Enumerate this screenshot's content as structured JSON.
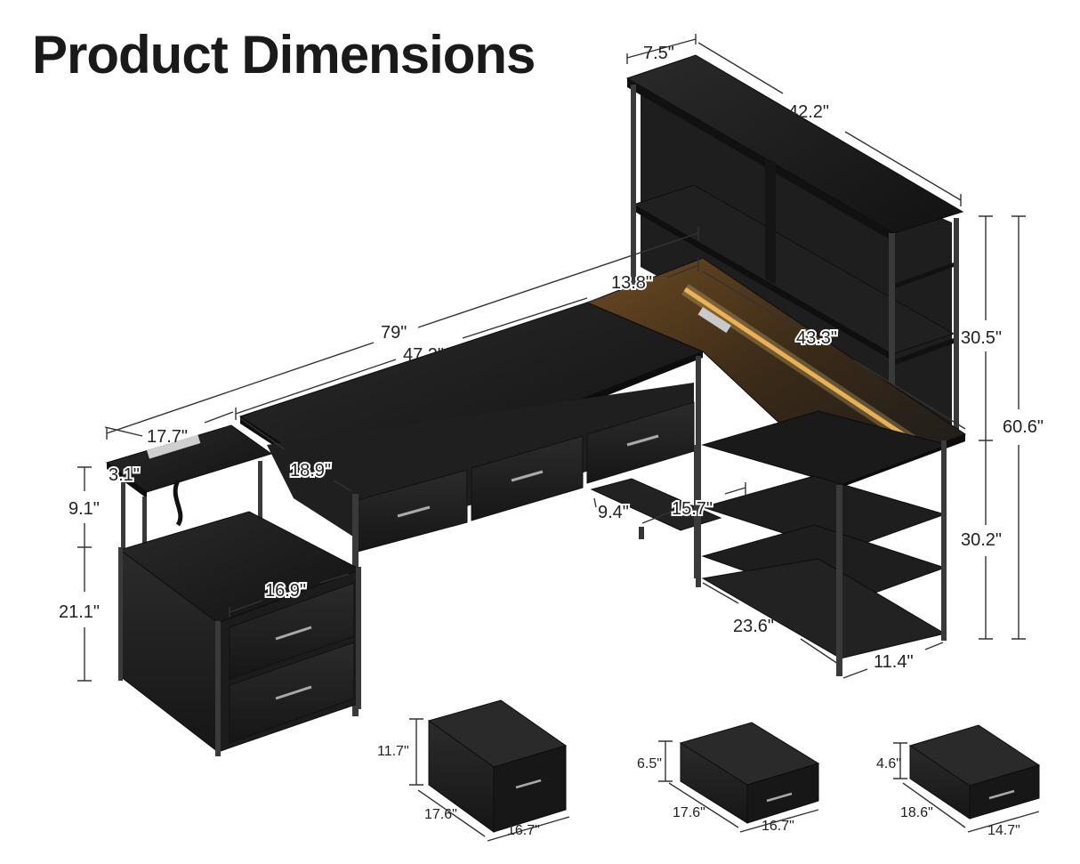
{
  "title": "Product Dimensions",
  "hutch": {
    "depth": "7.5\"",
    "width": "42.2\"",
    "height": "30.5\""
  },
  "overall": {
    "height": "60.6\"",
    "length": "79\""
  },
  "desk": {
    "width": "47.2\"",
    "depth": "18.9\"",
    "gap": "13.8\"",
    "return_length": "43.3\""
  },
  "shelf": {
    "height": "30.2\"",
    "depth": "23.6\"",
    "width": "11.4\""
  },
  "keyboard_tray": {
    "depth": "9.4\"",
    "width": "15.7\""
  },
  "cabinet": {
    "top_depth": "17.7\"",
    "top_thickness": "3.1\"",
    "top_height": "9.1\"",
    "cabinet_height": "21.1\"",
    "drawer_width": "16.9\""
  },
  "bins": [
    {
      "height": "11.7\"",
      "depth": "17.6\"",
      "width": "16.7\""
    },
    {
      "height": "6.5\"",
      "depth": "17.6\"",
      "width": "16.7\""
    },
    {
      "height": "4.6\"",
      "depth": "18.6\"",
      "width": "14.7\""
    }
  ],
  "colors": {
    "wood": "#1b1b1b",
    "frame": "#3a3a3a",
    "led": "#f5b347"
  }
}
